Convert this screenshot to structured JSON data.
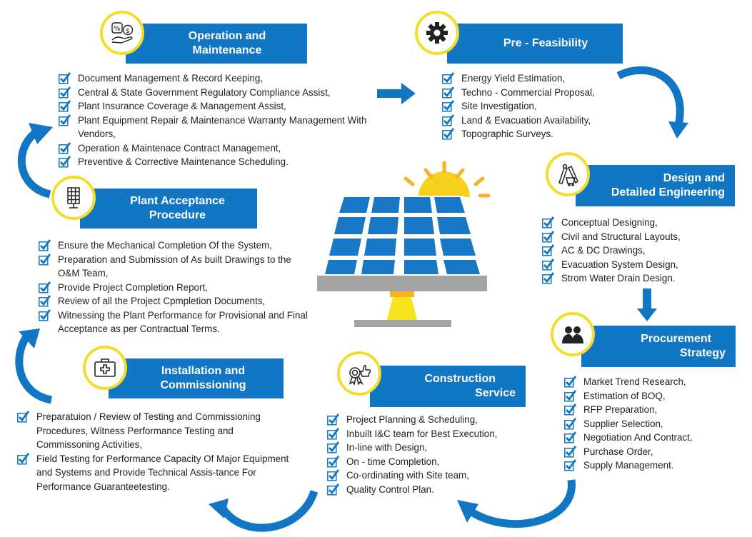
{
  "colors": {
    "brand_blue": "#1177c4",
    "accent_yellow": "#f2de2a",
    "panel_gray": "#a3a3a3",
    "sun": "#f7b21f"
  },
  "sections": {
    "operation": {
      "title_lines": [
        "Operation and",
        "Maintenance"
      ],
      "icon": "money-hand-icon",
      "items": [
        "Document Management & Record Keeping,",
        "Central & State Government Regulatory Compliance Assist,",
        "Plant Insurance Coverage & Management Assist,",
        "Plant Equipment Repair & Maintenance Warranty Management With Vendors,",
        "Operation & Maintenace Contract Management,",
        "Preventive & Corrective Maintenance Scheduling."
      ]
    },
    "prefeasibility": {
      "title_lines": [
        "Pre - Feasibility"
      ],
      "icon": "gear-icon",
      "items": [
        "Energy Yield Estimation,",
        "Techno - Commercial Proposal,",
        "Site Investigation,",
        "Land & Evacuation Availability,",
        "Topographic Surveys."
      ]
    },
    "design": {
      "title_lines": [
        "Design and",
        "Detailed Engineering"
      ],
      "icon": "drafting-tools-icon",
      "items": [
        "Conceptual Designing,",
        "Civil and Structural Layouts,",
        "AC & DC Drawings,",
        "Evacuation System Design,",
        "Strom Water Drain Design."
      ]
    },
    "procurement": {
      "title_lines": [
        "Procurement",
        "Strategy"
      ],
      "icon": "team-icon",
      "items": [
        "Market Trend Research,",
        "Estimation of BOQ,",
        "RFP Preparation,",
        "Supplier Selection,",
        "Negotiation And Contract,",
        "Purchase Order,",
        "Supply Management."
      ]
    },
    "construction": {
      "title_lines": [
        "Construction",
        "Service"
      ],
      "icon": "thumbs-up-award-icon",
      "items": [
        "Project Planning & Scheduling,",
        "Inbuilt I&C team for Best Execution,",
        "In-line with Design,",
        "On - time Completion,",
        "Co-ordinating with Site team,",
        "Quality Control Plan."
      ]
    },
    "installation": {
      "title_lines": [
        "Installation and",
        "Commissioning"
      ],
      "icon": "medical-kit-icon",
      "items": [
        "Preparatuion / Review of Testing and Commissioning Procedures, Witness Performance Testing and Commissoning Activities,",
        "Field Testing for Performance Capacity Of Major Equipment and Systems and Provide Technical Assis-tance For  Performance Guaranteetesting."
      ]
    },
    "acceptance": {
      "title_lines": [
        "Plant Acceptance",
        "Procedure"
      ],
      "icon": "solar-panel-icon",
      "items": [
        "Ensure the Mechanical Completion Of the System,",
        "Preparation and Submission of As built Drawings to the O&M Team,",
        "Provide Project Completion Report,",
        "Review of all the Project Cpmpletion Documents,",
        "Witnessing the Plant Performance for Provisional and Final Acceptance as per Contractual Terms."
      ]
    }
  }
}
